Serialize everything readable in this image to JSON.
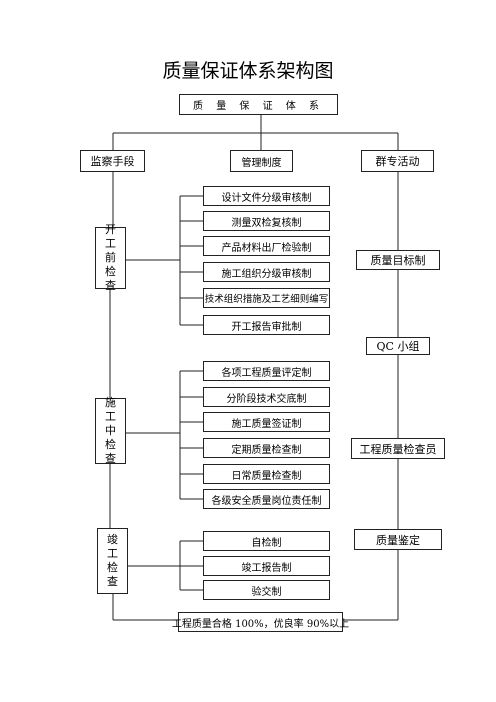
{
  "title": "质量保证体系架构图",
  "root": "质 量 保 证 体 系",
  "columns": {
    "monitor": "监察手段",
    "management": "管理制度",
    "mass": "群专活动"
  },
  "stages": [
    {
      "chars": [
        "开",
        "工",
        "前",
        "检",
        "查"
      ]
    },
    {
      "chars": [
        "施",
        "工",
        "中",
        "检",
        "查"
      ]
    },
    {
      "chars": [
        "竣",
        "工",
        "检",
        "查"
      ]
    }
  ],
  "groups": [
    [
      "设计文件分级审核制",
      "测量双检复核制",
      "产品材料出厂检验制",
      "施工组织分级审核制",
      "技术组织措施及工艺细则编写",
      "开工报告审批制"
    ],
    [
      "各项工程质量评定制",
      "分阶段技术交底制",
      "施工质量签证制",
      "定期质量检查制",
      "日常质量检查制",
      "各级安全质量岗位责任制"
    ],
    [
      "自检制",
      "竣工报告制",
      "验交制"
    ]
  ],
  "mass_items": [
    "质量目标制",
    "QC 小组",
    "工程质量检查员",
    "质量鉴定"
  ],
  "bottom": "工程质量合格 100%，优良率 90%以上"
}
